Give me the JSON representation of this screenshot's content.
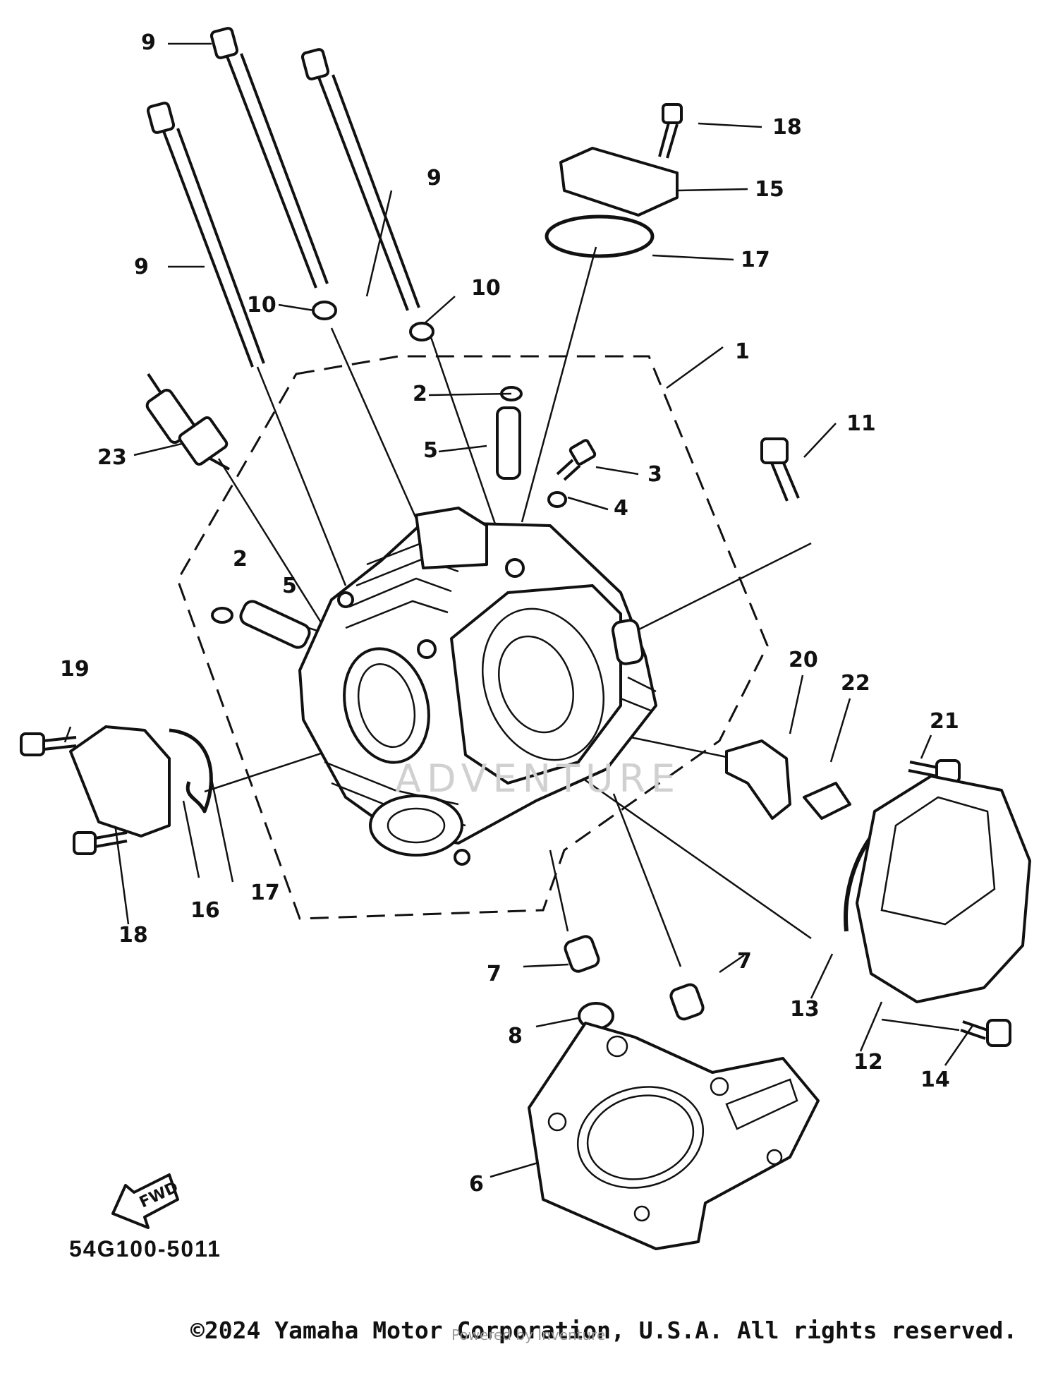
{
  "callouts": [
    {
      "id": "c9a",
      "text": "9"
    },
    {
      "id": "c9b",
      "text": "9"
    },
    {
      "id": "c9c",
      "text": "9"
    },
    {
      "id": "c18a",
      "text": "18"
    },
    {
      "id": "c15",
      "text": "15"
    },
    {
      "id": "c17a",
      "text": "17"
    },
    {
      "id": "c10a",
      "text": "10"
    },
    {
      "id": "c10b",
      "text": "10"
    },
    {
      "id": "c1",
      "text": "1"
    },
    {
      "id": "c2a",
      "text": "2"
    },
    {
      "id": "c5a",
      "text": "5"
    },
    {
      "id": "c3",
      "text": "3"
    },
    {
      "id": "c4",
      "text": "4"
    },
    {
      "id": "c11",
      "text": "11"
    },
    {
      "id": "c23",
      "text": "23"
    },
    {
      "id": "c2b",
      "text": "2"
    },
    {
      "id": "c5b",
      "text": "5"
    },
    {
      "id": "c19",
      "text": "19"
    },
    {
      "id": "c20",
      "text": "20"
    },
    {
      "id": "c22",
      "text": "22"
    },
    {
      "id": "c21",
      "text": "21"
    },
    {
      "id": "c17b",
      "text": "17"
    },
    {
      "id": "c16",
      "text": "16"
    },
    {
      "id": "c18b",
      "text": "18"
    },
    {
      "id": "c7a",
      "text": "7"
    },
    {
      "id": "c7b",
      "text": "7"
    },
    {
      "id": "c8",
      "text": "8"
    },
    {
      "id": "c13",
      "text": "13"
    },
    {
      "id": "c12",
      "text": "12"
    },
    {
      "id": "c14",
      "text": "14"
    },
    {
      "id": "c6",
      "text": "6"
    }
  ],
  "fwd_label": "FWD",
  "diagram_code": "54G100-5011",
  "copyright": "©2024 Yamaha Motor Corporation, U.S.A. All rights reserved.",
  "watermark": "ADVENTURE",
  "watermark_small": "Powered by Inventure"
}
